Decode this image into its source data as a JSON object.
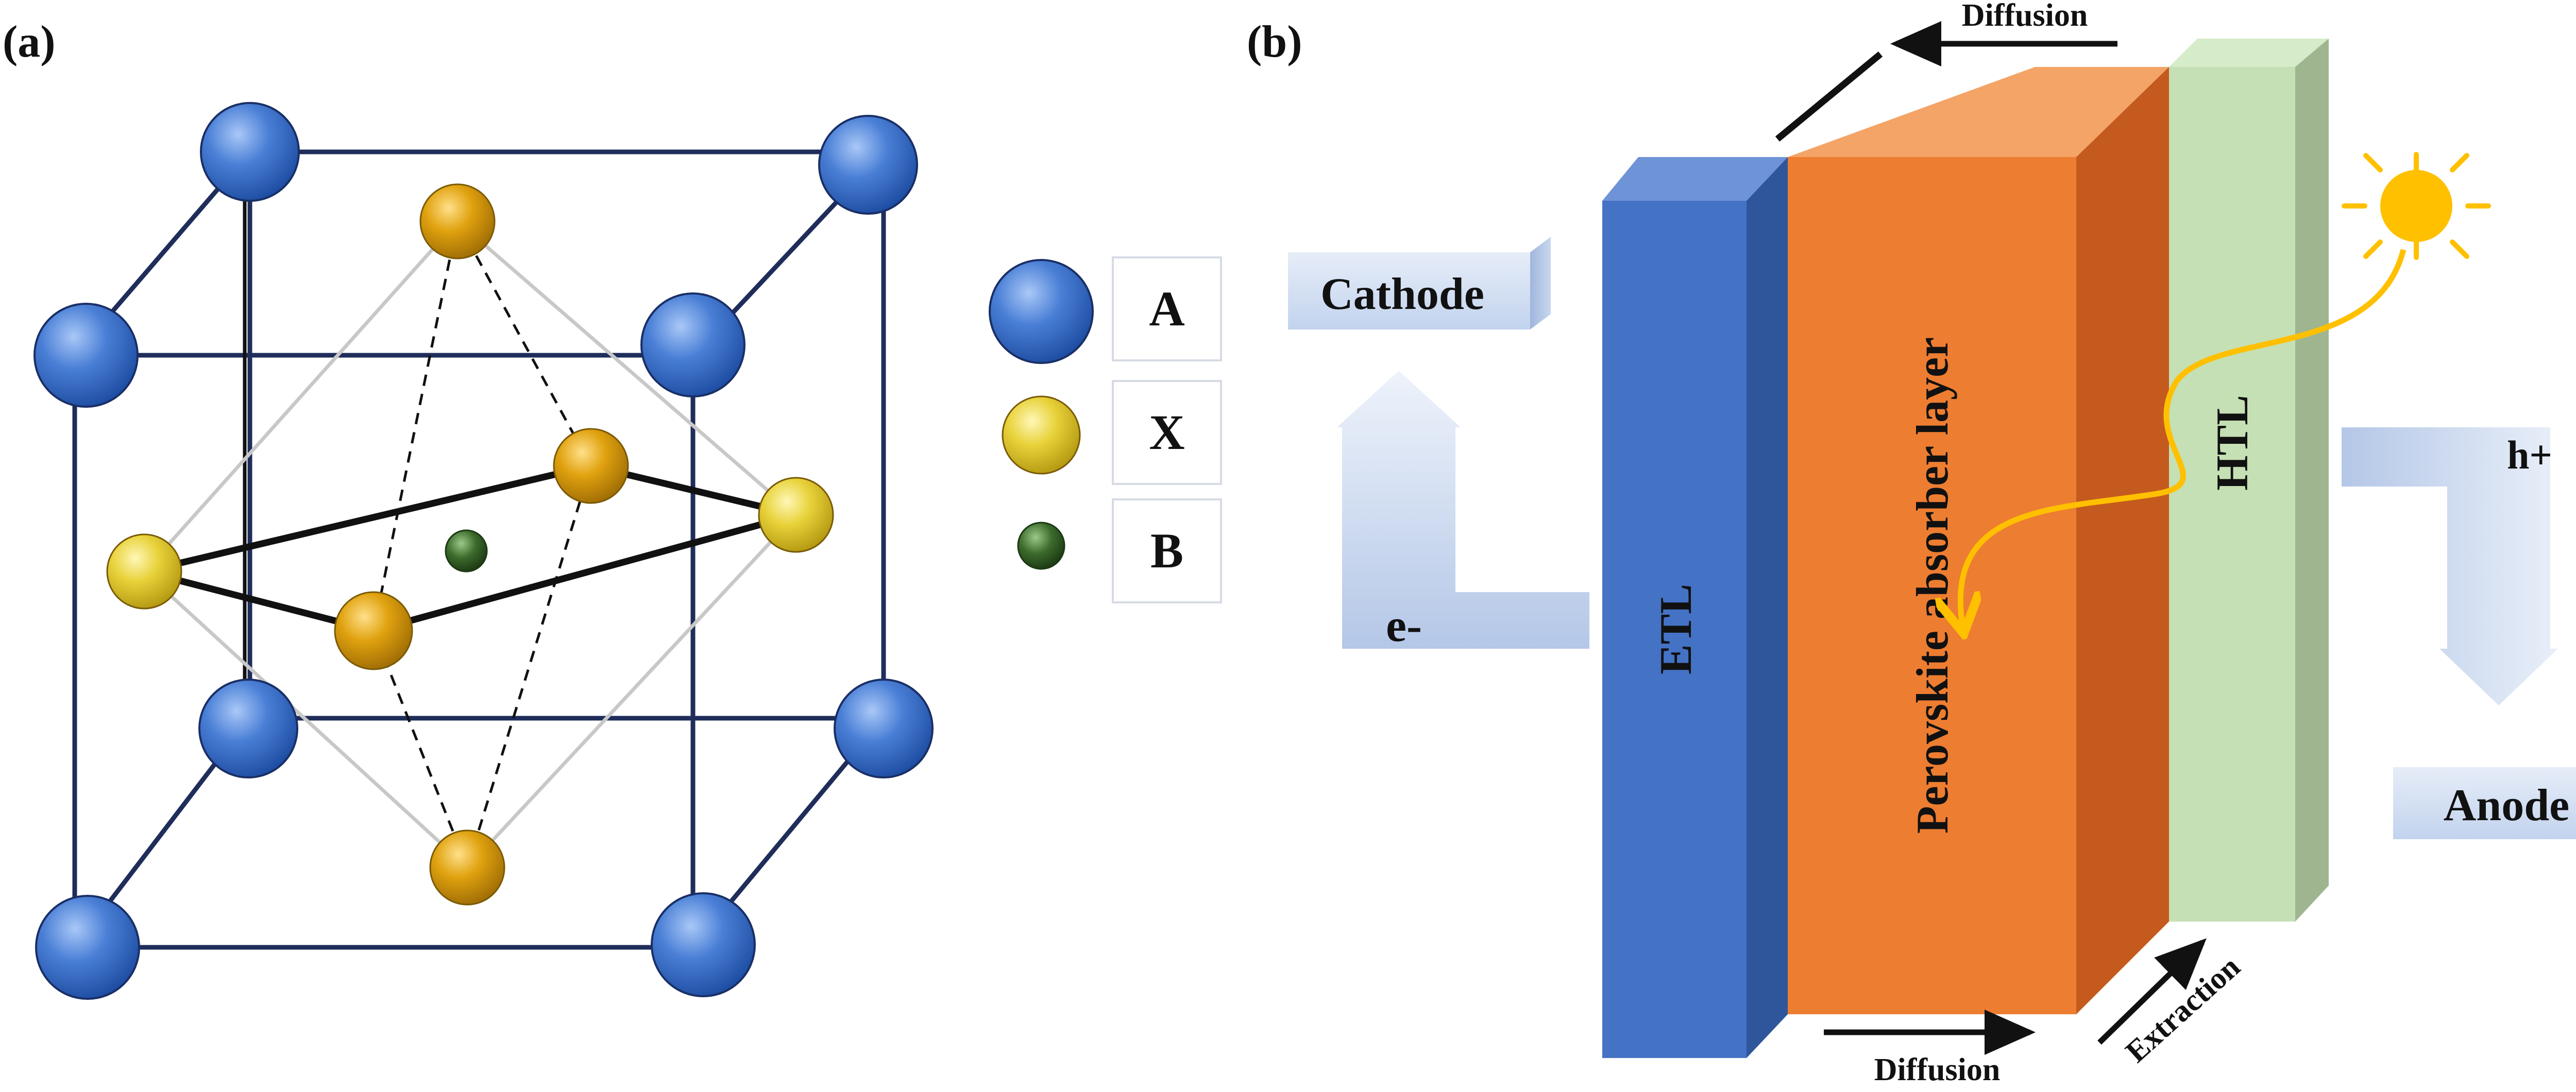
{
  "panel_a": {
    "label": "(a)",
    "legend": [
      {
        "symbol": "A",
        "color": "#4a7fd6"
      },
      {
        "symbol": "X",
        "color": "#e8d23a"
      },
      {
        "symbol": "B",
        "color": "#3c6b2c"
      }
    ]
  },
  "panel_b": {
    "label": "(b)",
    "layers": {
      "etl": "ETL",
      "absorber": "Perovskite absorber layer",
      "htl": "HTL"
    },
    "electrodes": {
      "cathode": "Cathode",
      "anode": "Anode"
    },
    "carriers": {
      "electron": "e-",
      "hole": "h+"
    },
    "arrows": {
      "diffusion_top": "Diffusion",
      "diffusion_bottom": "Diffusion",
      "extraction": "Extraction"
    },
    "colors": {
      "etl": "#4472c4",
      "absorber": "#ed7d31",
      "htl": "#c5e0b4",
      "sun": "#ffc000",
      "arrow_fill": "#b4c7e7"
    }
  }
}
